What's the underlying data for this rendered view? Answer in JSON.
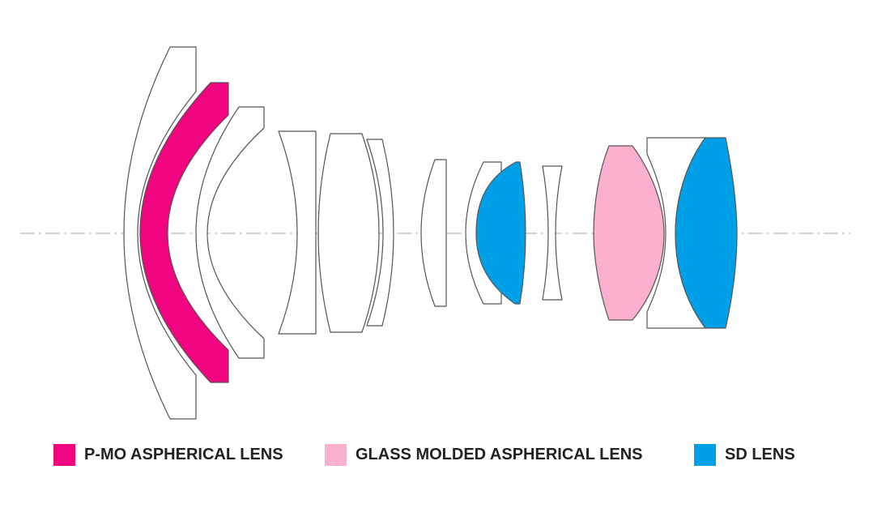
{
  "colors": {
    "pmo_aspherical": "#f0047f",
    "glass_molded_aspherical": "#fcb0d0",
    "sd": "#00a0e9",
    "plain": "#ffffff",
    "outline": "#555555",
    "optical_axis": "#bbbbbb"
  },
  "legend": [
    {
      "label": "P-MO ASPHERICAL LENS",
      "color": "#f0047f"
    },
    {
      "label": "GLASS MOLDED ASPHERICAL LENS",
      "color": "#fcb0d0"
    },
    {
      "label": "SD LENS",
      "color": "#00a0e9"
    }
  ],
  "lenses": [
    {
      "element": 1,
      "type": "plain"
    },
    {
      "element": 2,
      "type": "pmo_aspherical"
    },
    {
      "element": 3,
      "type": "plain"
    },
    {
      "element": 4,
      "type": "plain"
    },
    {
      "element": 5,
      "type": "plain"
    },
    {
      "element": 6,
      "type": "plain"
    },
    {
      "element": 7,
      "type": "plain"
    },
    {
      "element": 8,
      "type": "plain"
    },
    {
      "element": 9,
      "type": "sd"
    },
    {
      "element": 10,
      "type": "plain"
    },
    {
      "element": 11,
      "type": "glass_molded_aspherical"
    },
    {
      "element": 12,
      "type": "plain"
    },
    {
      "element": 13,
      "type": "sd"
    }
  ]
}
